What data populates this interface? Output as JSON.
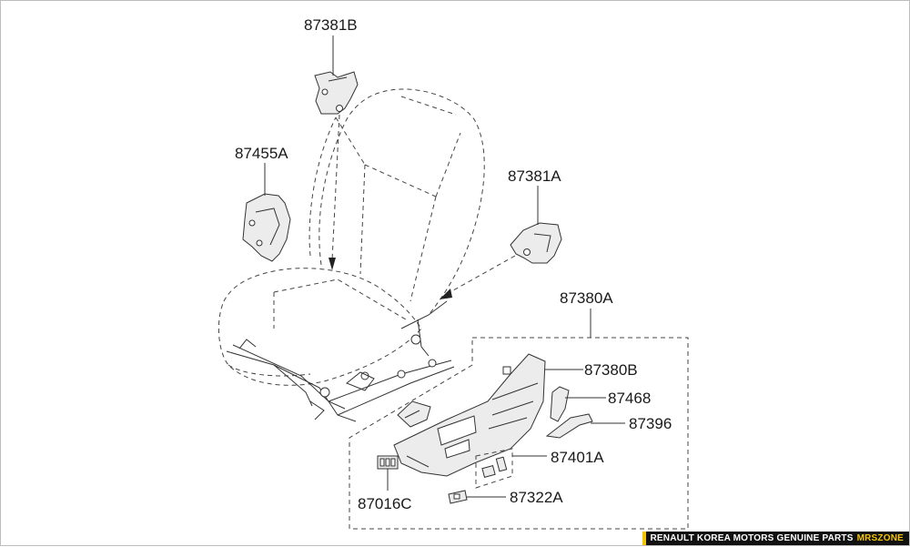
{
  "diagram": {
    "labels": {
      "p87381B": "87381B",
      "p87455A": "87455A",
      "p87381A": "87381A",
      "p87380A": "87380A",
      "p87380B": "87380B",
      "p87468": "87468",
      "p87396": "87396",
      "p87401A": "87401A",
      "p87016C": "87016C",
      "p87322A": "87322A"
    }
  },
  "footer": {
    "text": "RENAULT KOREA MOTORS GENUINE PARTS",
    "brand": "MRSZONE",
    "brand_color": "#f5c400",
    "bar_color": "#111111"
  }
}
